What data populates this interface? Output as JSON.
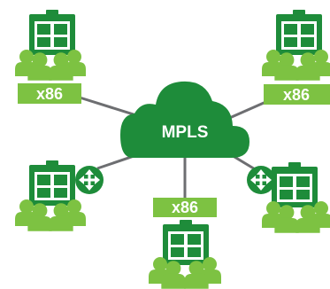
{
  "colors": {
    "dark_green": "#1e8c3a",
    "light_green": "#7dc242",
    "line": "#6d6e71",
    "white": "#ffffff"
  },
  "cloud": {
    "label": "MPLS",
    "icon": "cloud-icon"
  },
  "sites": [
    {
      "id": "top-left",
      "label": "x86",
      "router": false
    },
    {
      "id": "top-right",
      "label": "x86",
      "router": false
    },
    {
      "id": "middle-left",
      "label": "",
      "router": true
    },
    {
      "id": "middle-right",
      "label": "",
      "router": true
    },
    {
      "id": "bottom",
      "label": "x86",
      "router": false
    }
  ],
  "icons": {
    "building": "building-icon",
    "users": "users-group-icon",
    "router": "router-arrows-icon"
  }
}
